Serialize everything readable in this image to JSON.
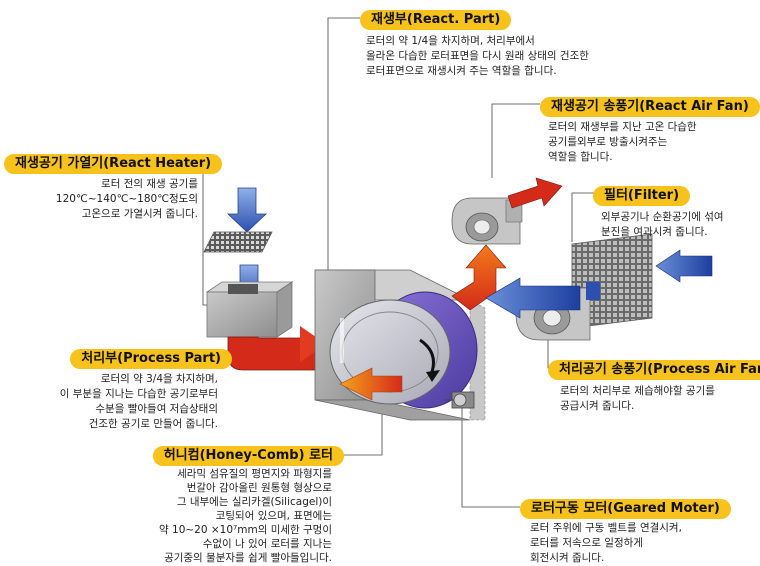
{
  "callouts": {
    "react_part": {
      "title": "재생부(React. Part)",
      "lines": [
        "로터의 약 1/4을 차지하며, 처리부에서",
        "올라온 다습한 로터표면을 다시 원래 상태의 건조한",
        "로터표면으로 재생시켜 주는 역할을 합니다."
      ]
    },
    "react_air_fan": {
      "title": "재생공기 송풍기(React Air Fan)",
      "lines": [
        "로터의 재생부를 지난 고온 다습한",
        "공기를외부로 방출시켜주는",
        "역할을 합니다."
      ]
    },
    "react_heater": {
      "title": "재생공기 가열기(React Heater)",
      "lines": [
        "로터 전의 재생 공기를",
        "120℃~140℃~180℃정도의",
        "고온으로 가열시켜 줍니다."
      ]
    },
    "filter": {
      "title": "필터(Filter)",
      "lines": [
        "외부공기나 순환공기에 섞여",
        "분진을 여과시켜 줍니다."
      ]
    },
    "process_part": {
      "title": "처리부(Process Part)",
      "lines": [
        "로터의 약 3/4을 차지하며,",
        "이 부분을 지나는 다습한 공기로부터",
        "수분을 빨아들여 저습상태의",
        "건조한 공기로 만들어 줍니다."
      ]
    },
    "process_air_fan": {
      "title": "처리공기 송풍기(Process Air Fan)",
      "lines": [
        "로터의 처리부로 제습해야할 공기를",
        "공급시켜 줍니다."
      ]
    },
    "honeycomb": {
      "title": "허니컴(Honey-Comb) 로터",
      "lines": [
        "세라믹 섬유질의 평면지와 파형지를",
        "번갈아 감아올린 원통형 형상으로",
        "그 내부에는 실리카겔(Silicagel)이",
        "코팅되어 있으며, 표면에는",
        "약 10~20 ×10⁷mm의 미세한 구멍이",
        "수없이 나 있어 로터를 지나는",
        "공기중의 물분자를 쉽게 빨아들입니다."
      ]
    },
    "geared_motor": {
      "title": "로터구동 모터(Geared Moter)",
      "lines": [
        "로터 주위에 구동 벨트를 연결시켜,",
        "로터를 저속으로 일정하게",
        "회전시켜 줍니다."
      ]
    }
  },
  "colors": {
    "pill": "#f7c21b",
    "hot_air": "#d42a1a",
    "hot_air_light": "#f5a21c",
    "cool_air": "#1c3fa0",
    "cool_air_light": "#6a8fd8",
    "housing": "#b5b5b5",
    "rotor_purple": "#6b55c0"
  }
}
